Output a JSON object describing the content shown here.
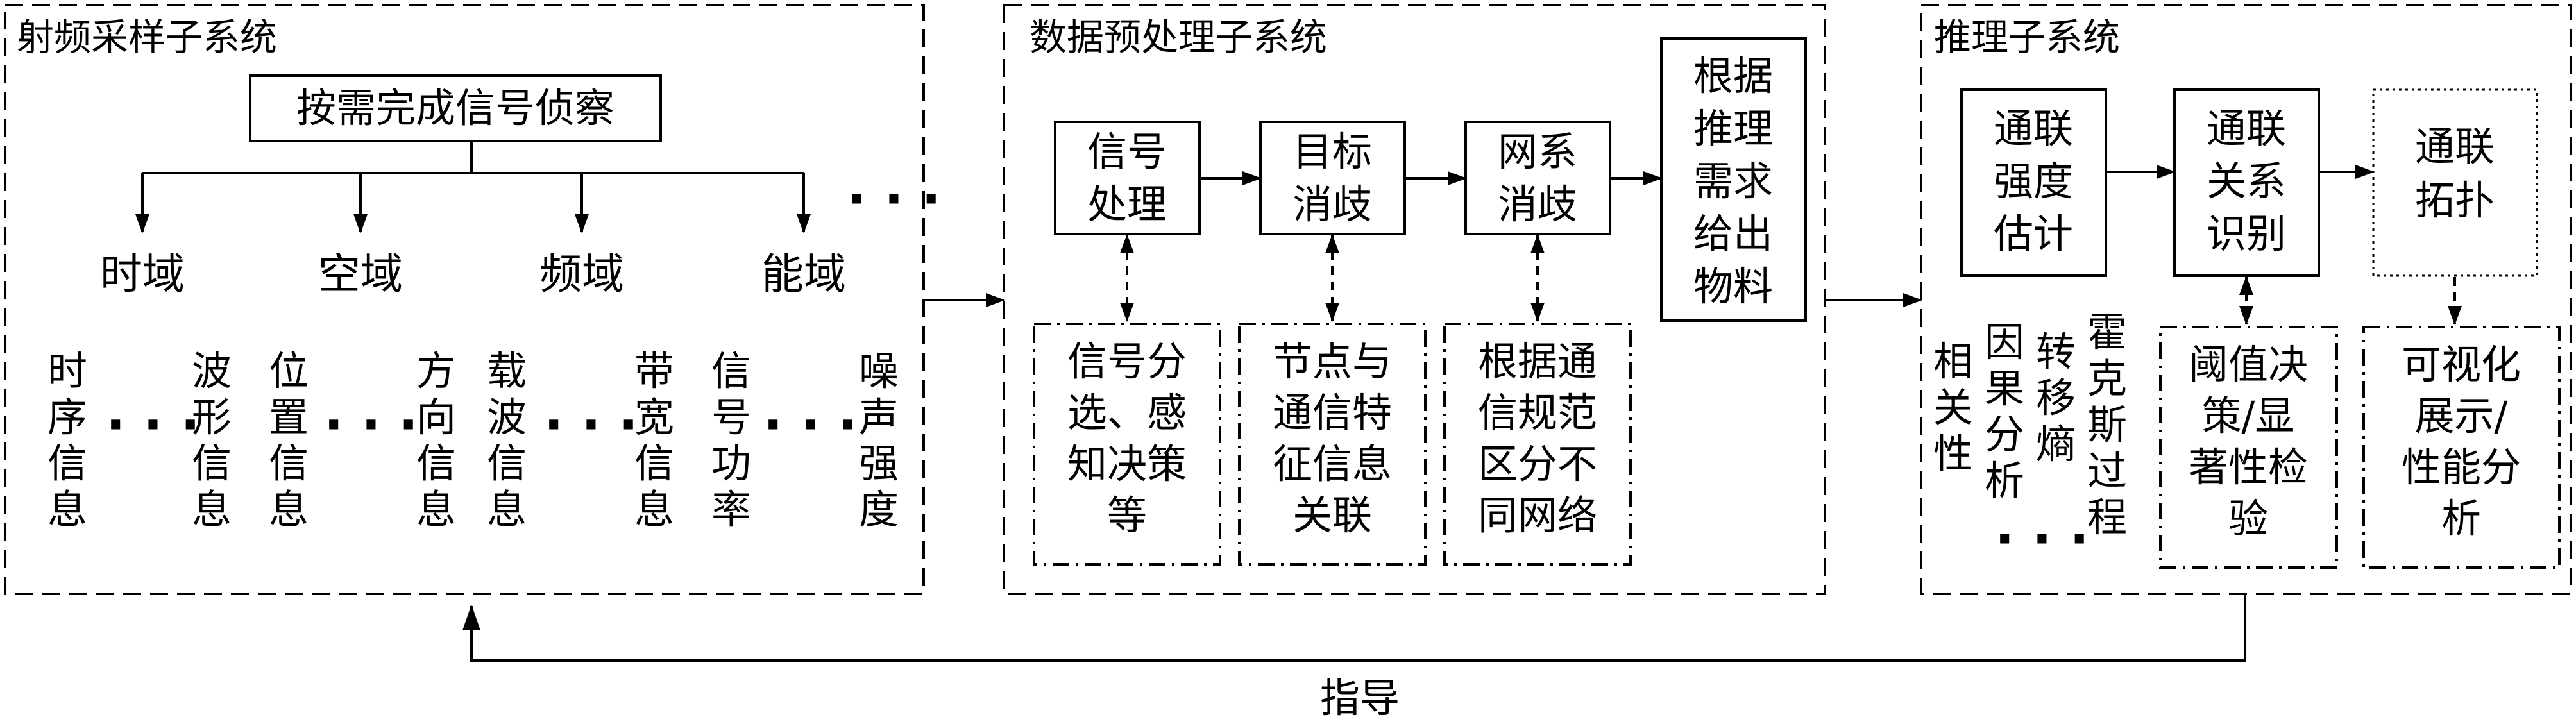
{
  "subsystems": {
    "rf": {
      "title": "射频采样子系统"
    },
    "pre": {
      "title": "数据预处理子系统"
    },
    "inf": {
      "title": "推理子系统"
    }
  },
  "rf": {
    "recon_box": "按需完成信号侦察",
    "domains": [
      "时域",
      "空域",
      "频域",
      "能域"
    ],
    "columns": [
      [
        "时",
        "序",
        "信",
        "息"
      ],
      [
        "波",
        "形",
        "信",
        "息"
      ],
      [
        "位",
        "置",
        "信",
        "息"
      ],
      [
        "方",
        "向",
        "信",
        "息"
      ],
      [
        "载",
        "波",
        "信",
        "息"
      ],
      [
        "带",
        "宽",
        "信",
        "息"
      ],
      [
        "信",
        "号",
        "功",
        "率"
      ],
      [
        "噪",
        "声",
        "强",
        "度"
      ]
    ]
  },
  "pre": {
    "steps": [
      [
        "信号",
        "处理"
      ],
      [
        "目标",
        "消歧"
      ],
      [
        "网系",
        "消歧"
      ]
    ],
    "output_box": [
      "根据",
      "推理",
      "需求",
      "给出",
      "物料"
    ],
    "notes": [
      [
        "信号分",
        "选、感",
        "知决策",
        "等"
      ],
      [
        "节点与",
        "通信特",
        "征信息",
        "关联"
      ],
      [
        "根据通",
        "信规范",
        "区分不",
        "同网络"
      ]
    ]
  },
  "inf": {
    "steps": [
      [
        "通联",
        "强度",
        "估计"
      ],
      [
        "通联",
        "关系",
        "识别"
      ],
      [
        "通联",
        "拓扑"
      ]
    ],
    "methods": [
      [
        "相",
        "关",
        "性"
      ],
      [
        "因",
        "果",
        "分",
        "析"
      ],
      [
        "转",
        "移",
        "熵"
      ],
      [
        "霍",
        "克",
        "斯",
        "过",
        "程"
      ]
    ],
    "notes": [
      [
        "阈值决",
        "策/显",
        "著性检",
        "验"
      ],
      [
        "可视化",
        "展示/",
        "性能分",
        "析"
      ]
    ]
  },
  "feedback_label": "指导"
}
